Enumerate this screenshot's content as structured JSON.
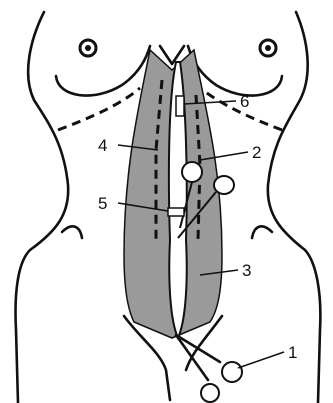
{
  "labels": {
    "l1": "1",
    "l2": "2",
    "l3": "3",
    "l4": "4",
    "l5": "5",
    "l6": "6"
  },
  "colors": {
    "line": "#111111",
    "shaded_region": "#9a9a9a",
    "background": "#ffffff"
  }
}
